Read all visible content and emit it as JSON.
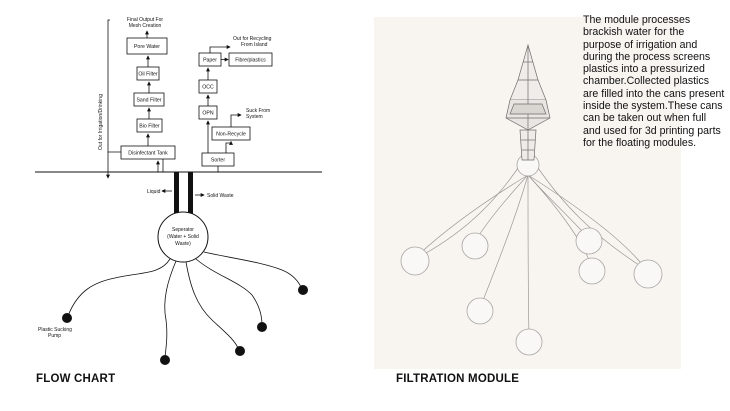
{
  "flow_chart": {
    "caption": "FLOW CHART",
    "final_output_label": [
      "Final Output For",
      "Mesh Creation"
    ],
    "out_irrigation_label": "Out for Irrigation/Drinking",
    "out_recycling_label": [
      "Out for Recycling",
      "From Island"
    ],
    "suck_label": [
      "Suck From",
      "System"
    ],
    "boxes": {
      "pore_water": "Pore Water",
      "oil_filter": "Oil Filter",
      "sand_filter": "Sand Filter",
      "bio_filter": "Bio Filter",
      "disinfectant_tank": "Disinfectant Tank",
      "paper": "Paper",
      "fibre_plastics": "Fibre/plastics",
      "occ": "OCC",
      "opn": "OPN",
      "non_recycle": "Non-Recycle",
      "sorter": "Sorter"
    },
    "liquid_label": "Liquid",
    "solid_waste_label": "Solid Waste",
    "separator_label": [
      "Seperator",
      "(Water + Solid",
      "Waste)"
    ],
    "pump_label": [
      "Plastic Sucking",
      "Pump"
    ]
  },
  "filtration_module": {
    "caption": "FILTRATION MODULE",
    "description": "The module processes brackish water for the purpose of irrigation and during the process screens plastics into a pressurized chamber.Collected plastics are filled into the cans present inside the system.These cans can be taken out when full and used for 3d printing parts for the floating modules."
  }
}
